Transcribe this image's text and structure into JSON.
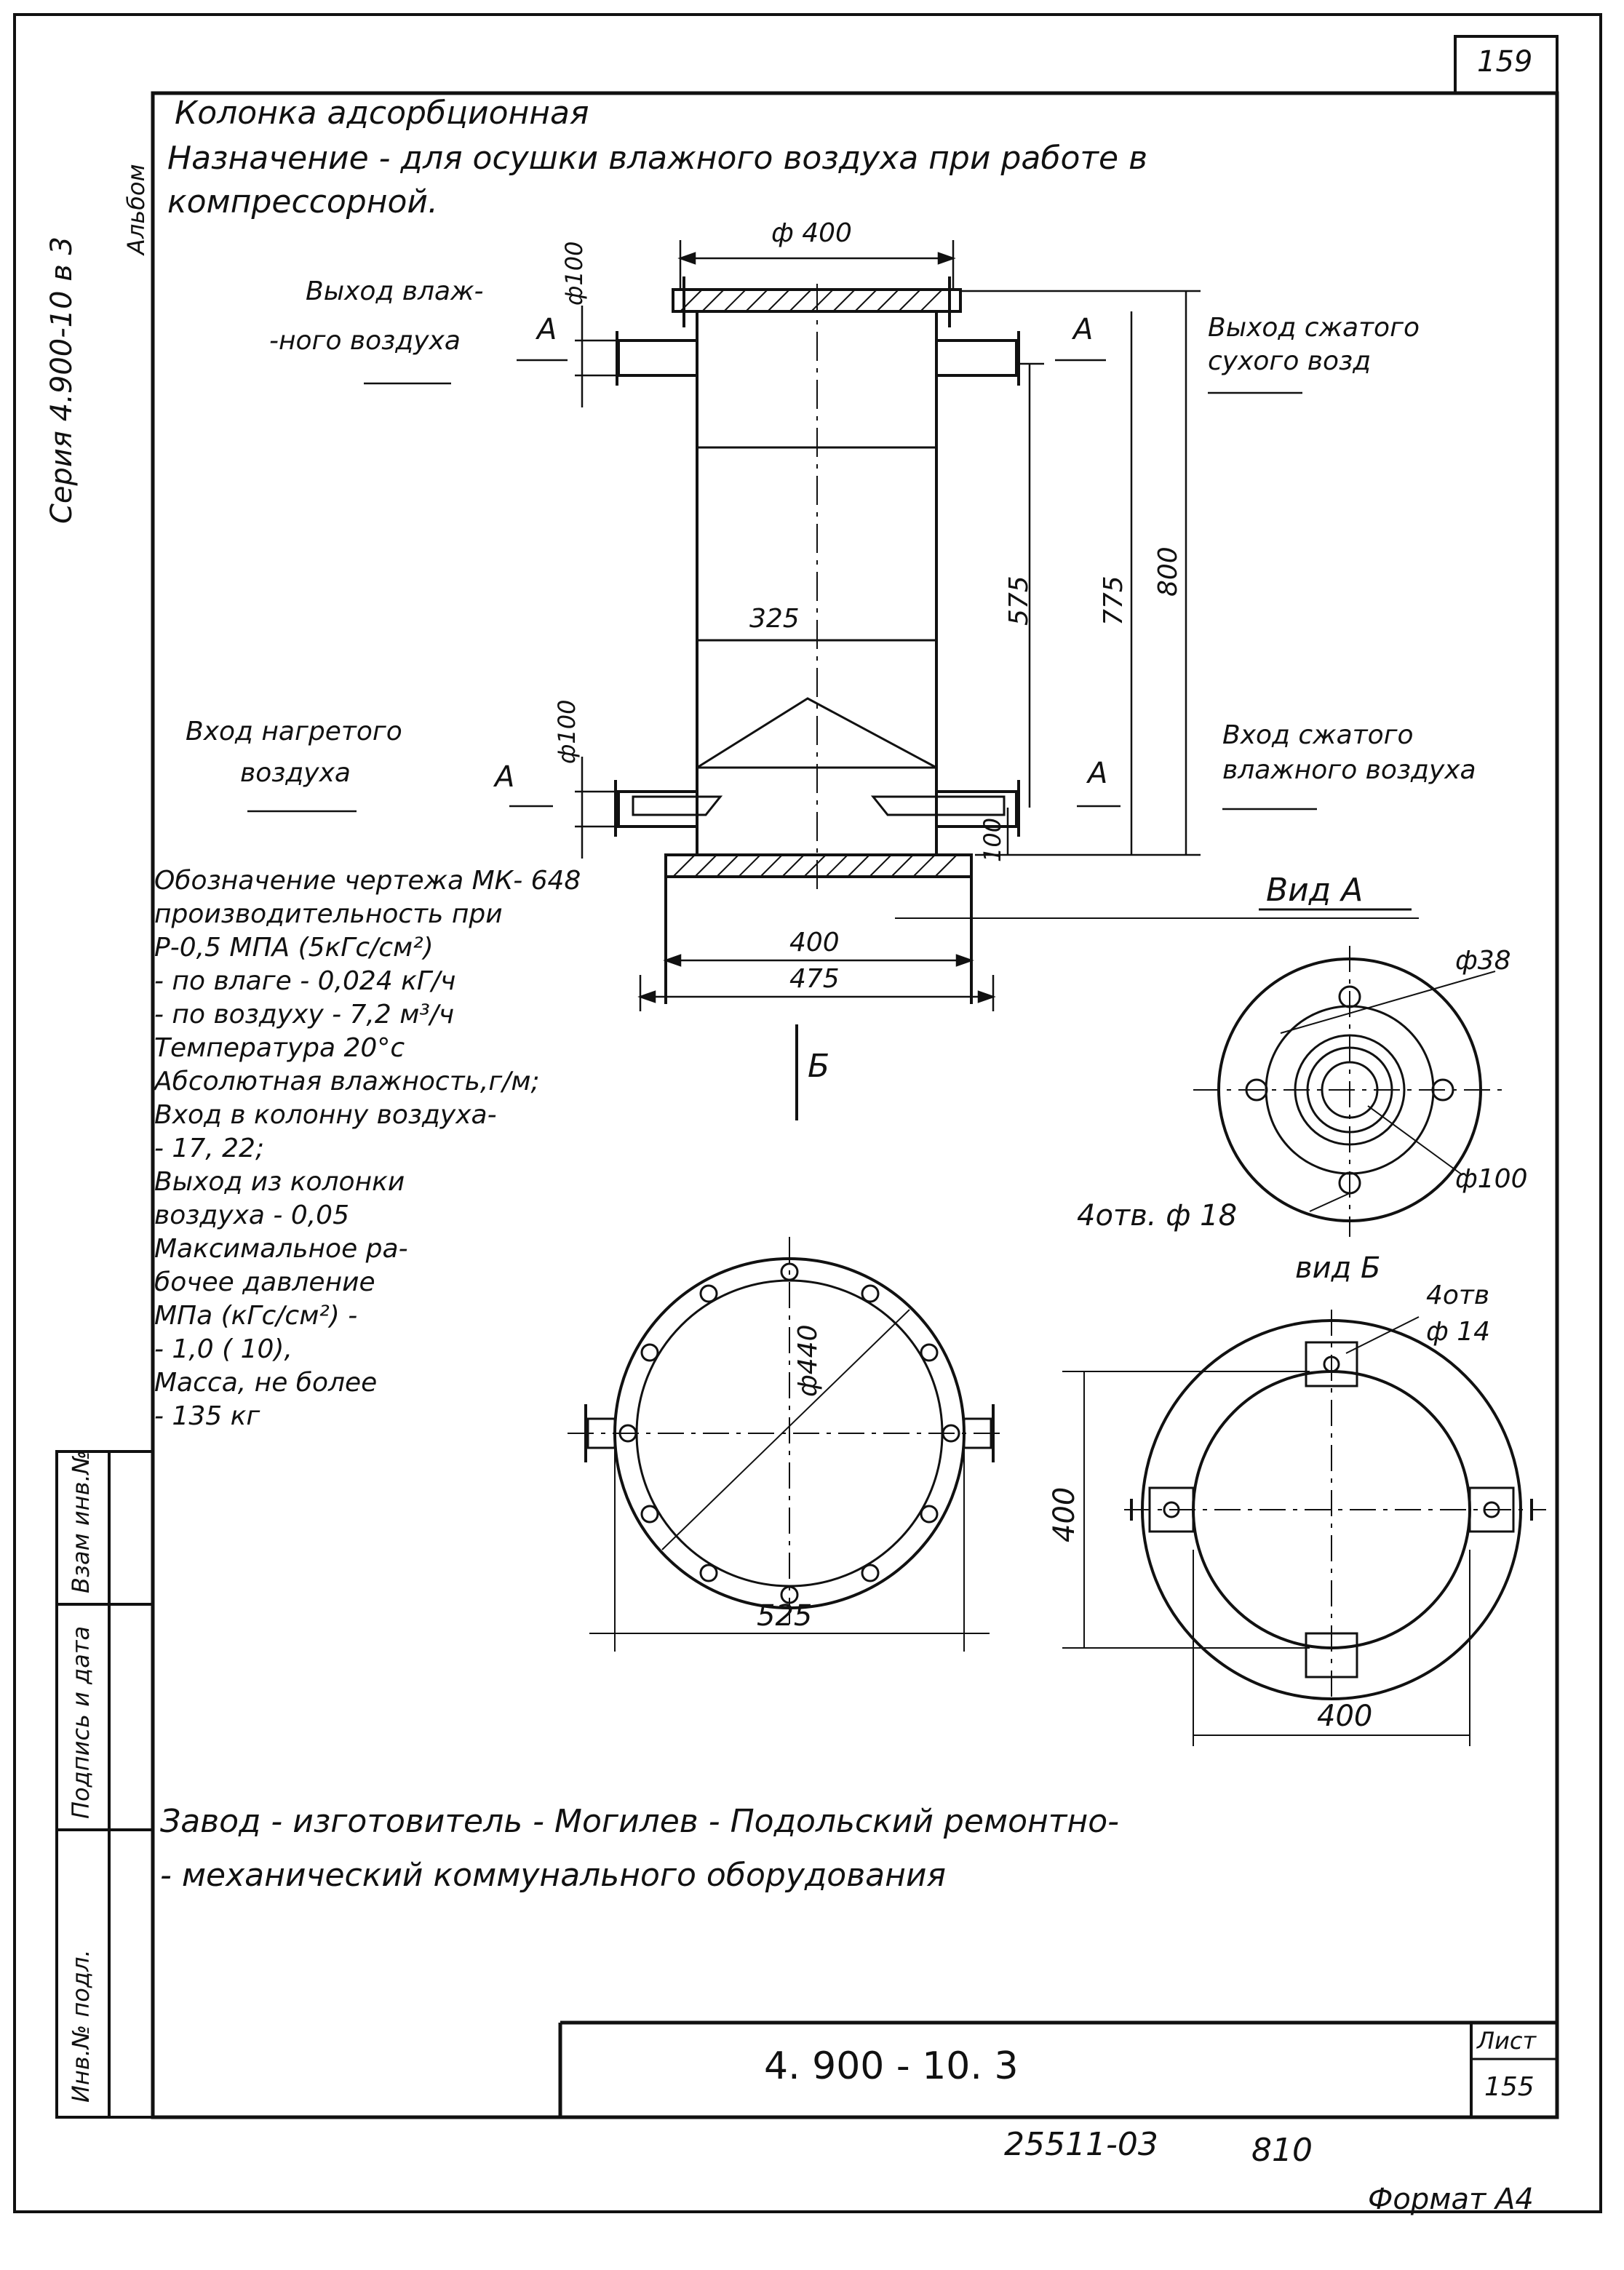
{
  "sheet_number_top": "159",
  "left_margin_series": "Серия 4.900-10 в 3",
  "left_margin_album": "Альбом",
  "title": {
    "line1": "Колонка адсорбционная",
    "line2": "Назначение - для осушки влажного воздуха при работе в",
    "line3": "компрессорной."
  },
  "labels": {
    "humid_out": [
      "Выход влаж-",
      "-ного воздуха"
    ],
    "dry_out": [
      "Выход сжатого",
      "сухого возд"
    ],
    "heated_in": [
      "Вход нагретого",
      "воздуха"
    ],
    "humid_in": [
      "Вход сжатого",
      "влажного воздуха"
    ],
    "section_A": "А",
    "section_B": "Б",
    "view_A_title": "Вид А",
    "view_B_title": "вид Б"
  },
  "dimensions": {
    "d400_top": "ф 400",
    "d100_top": "ф100",
    "d100_bottom": "ф100",
    "h575": "575",
    "h775": "775",
    "h800": "800",
    "w325": "325",
    "h100": "100",
    "w400_base": "400",
    "w475_base": "475",
    "viewA_d38": "ф38",
    "viewA_d100": "ф100",
    "viewA_holes": "4отв. ф 18",
    "plan_d440": "ф440",
    "plan_w525": "525",
    "viewB_holes_a": "4отв",
    "viewB_holes_b": "ф 14",
    "viewB_h400": "400",
    "viewB_w400": "400"
  },
  "specs": [
    "Обозначение чертежа МК- 648",
    "производительность при",
    "Р-0,5 МПА (5кГс/см²)",
    "- по влаге - 0,024 кГ/ч",
    "- по воздуху - 7,2 м³/ч",
    "Температура 20°с",
    "Абсолютная влажность,г/м;",
    "Вход в колонну воздуха-",
    "- 17, 22;",
    "Выход из колонки",
    "воздуха - 0,05",
    "Максимальное ра-",
    "бочее давление",
    "МПа (кГс/см²) -",
    "- 1,0 ( 10),",
    "Масса, не более",
    "- 135 кг"
  ],
  "manufacturer": {
    "line1": "Завод - изготовитель - Могилев - Подольский ремонтно-",
    "line2": "- механический коммунального оборудования"
  },
  "side_stamp": [
    "Взам инв.№",
    "Подпись и дата",
    "Инв.№ подл."
  ],
  "title_block": {
    "doc_code": "4. 900 - 10. 3",
    "sheet_label": "Лист",
    "sheet_number": "155"
  },
  "footer": {
    "archive_number": "25511-03",
    "extra_number": "810",
    "format": "Формат А4"
  }
}
